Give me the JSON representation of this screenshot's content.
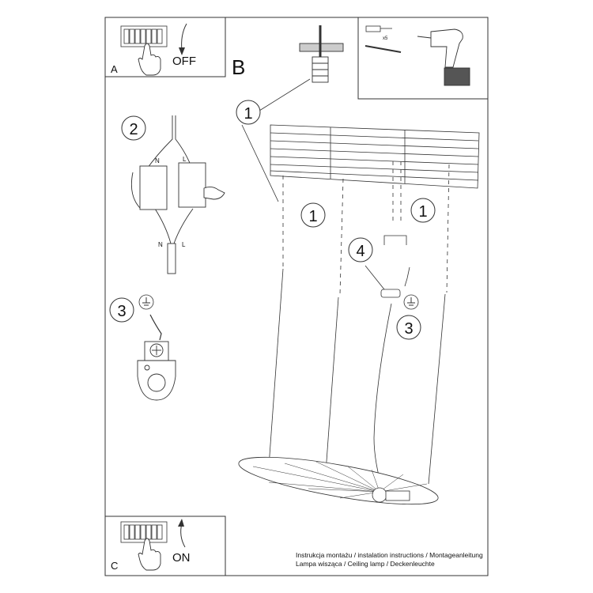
{
  "panels": {
    "a": {
      "letter": "A",
      "action": "OFF"
    },
    "b": {
      "letter": "B"
    },
    "c": {
      "letter": "C",
      "action": "ON"
    }
  },
  "steps": {
    "one": "1",
    "two": "2",
    "three": "3",
    "four": "4"
  },
  "wiring": {
    "neutral": "N",
    "live": "L"
  },
  "tools": {
    "anchor_count": "x5"
  },
  "caption": {
    "line1": "Instrukcja montażu / instalation instructions / Montageanleitung",
    "line2": "Lampa wisząca / Ceiling lamp / Deckenleuchte"
  }
}
